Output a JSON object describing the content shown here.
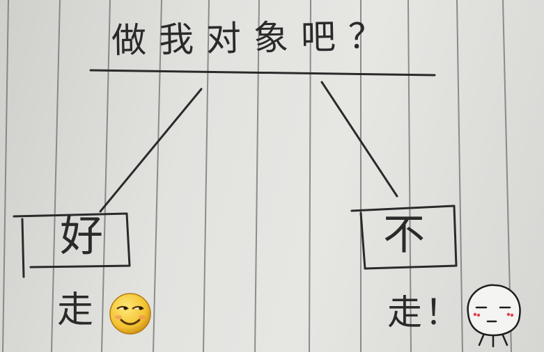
{
  "title": "做我对象吧？",
  "options": {
    "left": "好",
    "right": "不"
  },
  "outcomes": {
    "left": "走",
    "right": "走！"
  },
  "icons": {
    "left": "smug-smiley-emoji-icon",
    "right": "doodle-face-icon"
  },
  "colors": {
    "ink": "#2a2a2a",
    "paper": "#e2e2df",
    "rule_line": "#6e6e6e",
    "emoji_yellow": "#f2c230",
    "blush": "#e0404a"
  }
}
